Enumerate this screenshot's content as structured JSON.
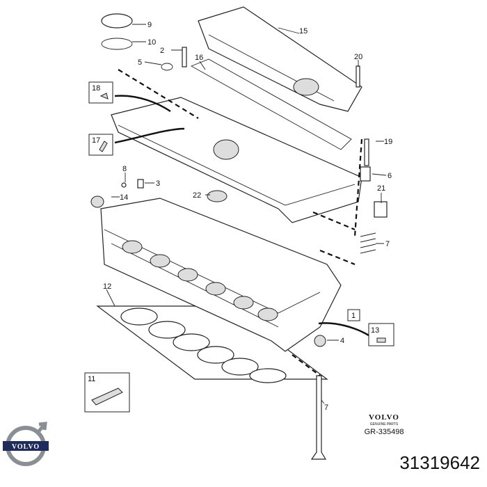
{
  "diagram": {
    "callouts": [
      "9",
      "10",
      "2",
      "5",
      "15",
      "16",
      "20",
      "18",
      "17",
      "19",
      "6",
      "8",
      "3",
      "22",
      "14",
      "21",
      "7",
      "12",
      "1",
      "13",
      "4",
      "11",
      "7"
    ],
    "brand_mark": {
      "name": "VOLVO",
      "subtitle": "GENUINE PARTS"
    },
    "drawing_ref": "GR-335498",
    "logo_text": "VOLVO"
  },
  "part_number": "31319642",
  "colors": {
    "line": "#222222",
    "logo_steel": "#8a8f96"
  }
}
